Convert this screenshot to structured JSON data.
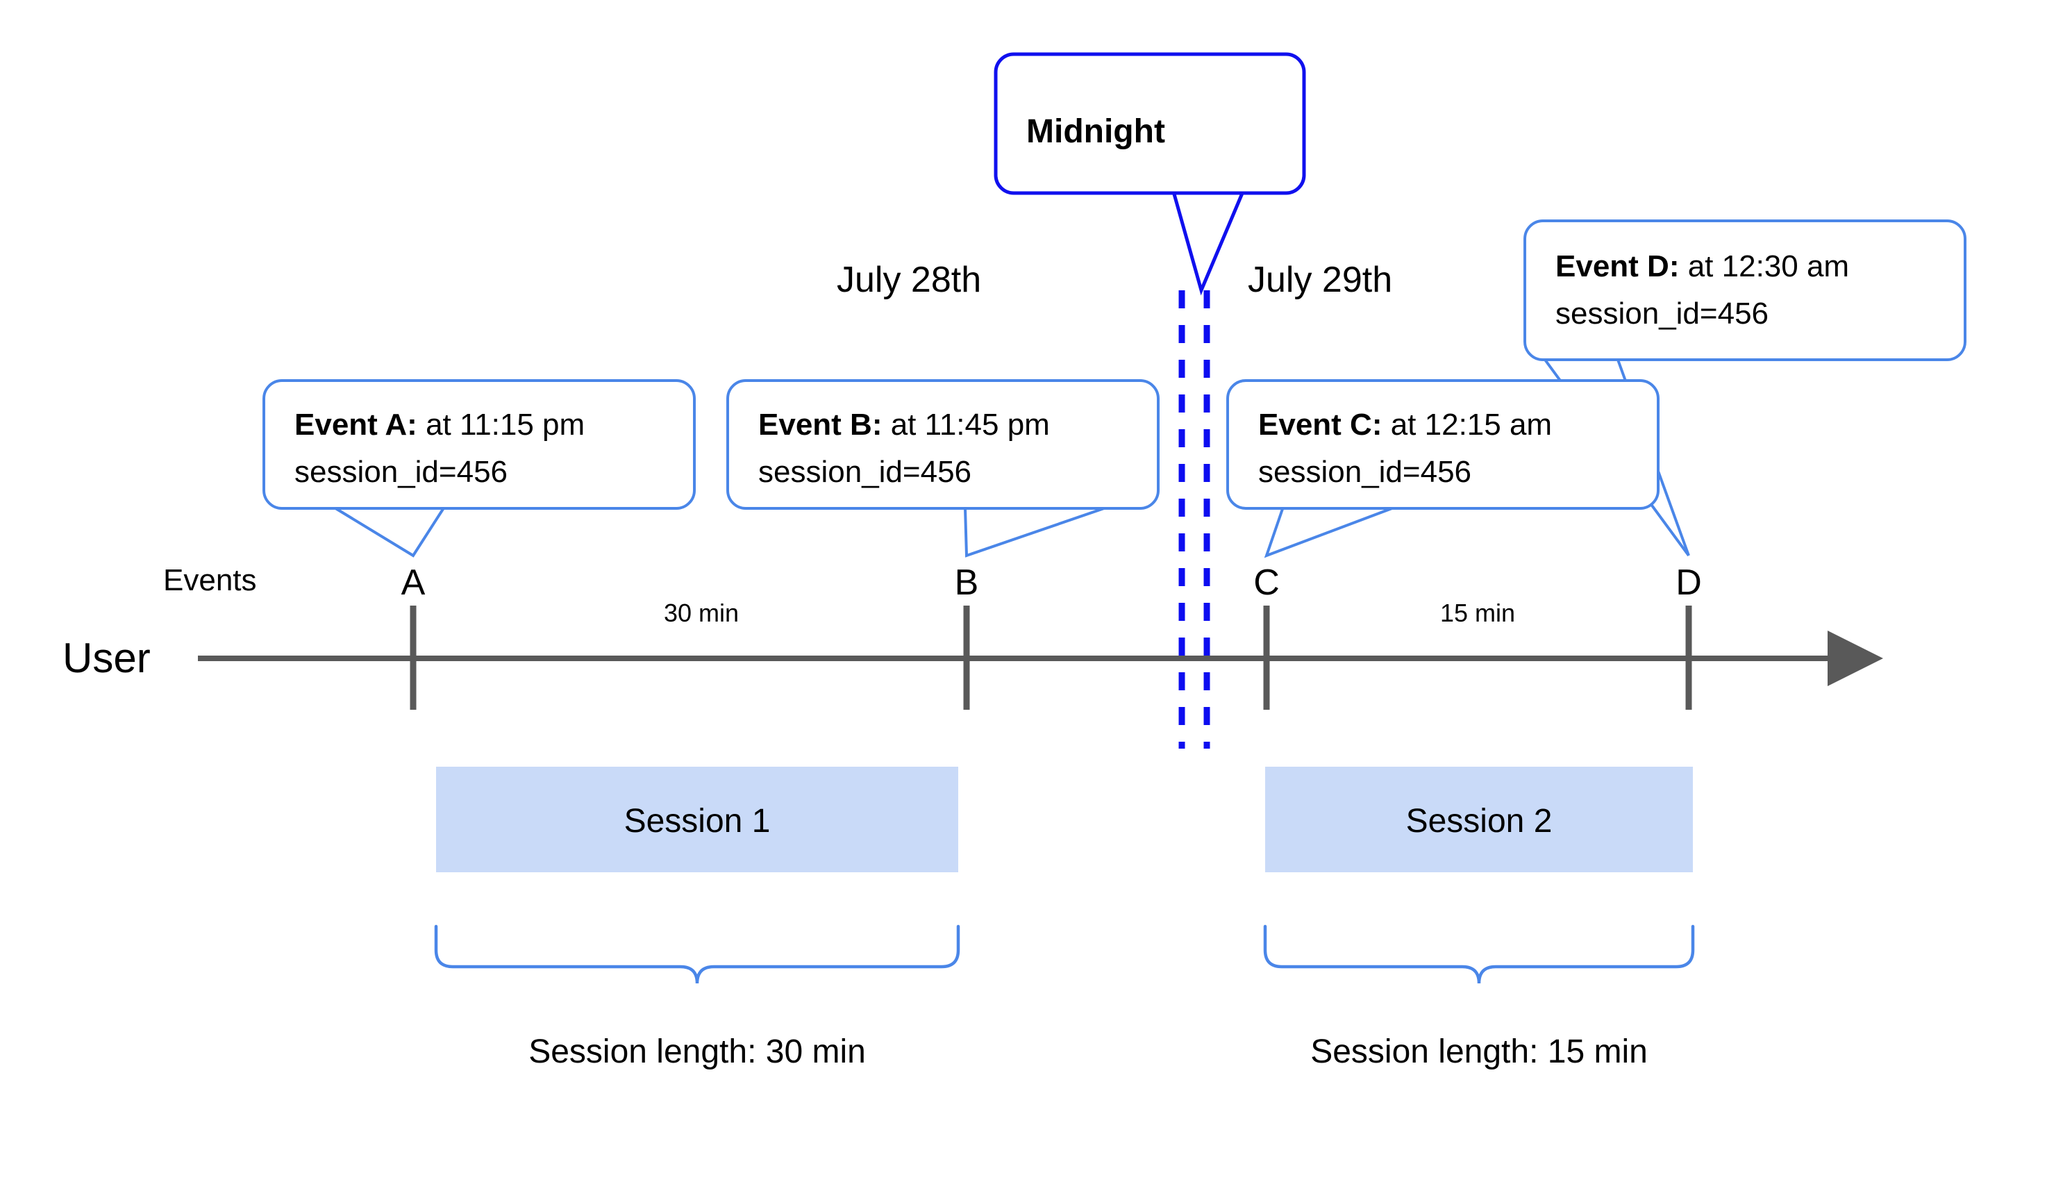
{
  "diagram": {
    "title_callout": {
      "label": "Midnight"
    },
    "row_labels": {
      "events": "Events",
      "user": "User"
    },
    "dates": [
      {
        "id": "july-28",
        "label": "July 28th"
      },
      {
        "id": "july-29",
        "label": "July 29th"
      }
    ],
    "markers": [
      {
        "id": "a",
        "label": "A"
      },
      {
        "id": "b",
        "label": "B"
      },
      {
        "id": "c",
        "label": "C"
      },
      {
        "id": "d",
        "label": "D"
      }
    ],
    "gaps": [
      {
        "id": "gap-a-b",
        "label": "30 min"
      },
      {
        "id": "gap-c-d",
        "label": "15 min"
      }
    ],
    "event_callouts": [
      {
        "id": "event-a",
        "title": "Event A:",
        "time": " at 11:15 pm",
        "meta": "session_id=456"
      },
      {
        "id": "event-b",
        "title": "Event B:",
        "time": " at 11:45 pm",
        "meta": "session_id=456"
      },
      {
        "id": "event-c",
        "title": "Event C:",
        "time": " at 12:15 am",
        "meta": "session_id=456"
      },
      {
        "id": "event-d",
        "title": "Event D:",
        "time": " at 12:30 am",
        "meta": "session_id=456"
      }
    ],
    "sessions": [
      {
        "id": "session-1",
        "label": "Session 1",
        "length_label": "Session length: 30 min"
      },
      {
        "id": "session-2",
        "label": "Session 2",
        "length_label": "Session length: 15 min"
      }
    ],
    "colors": {
      "callout_border": "#4a86e8",
      "midnight_border": "#1010ee",
      "midnight_dash": "#0d0df0",
      "axis": "#595959",
      "session_fill": "#c9daf8",
      "text": "#000000",
      "background": "#ffffff"
    }
  }
}
